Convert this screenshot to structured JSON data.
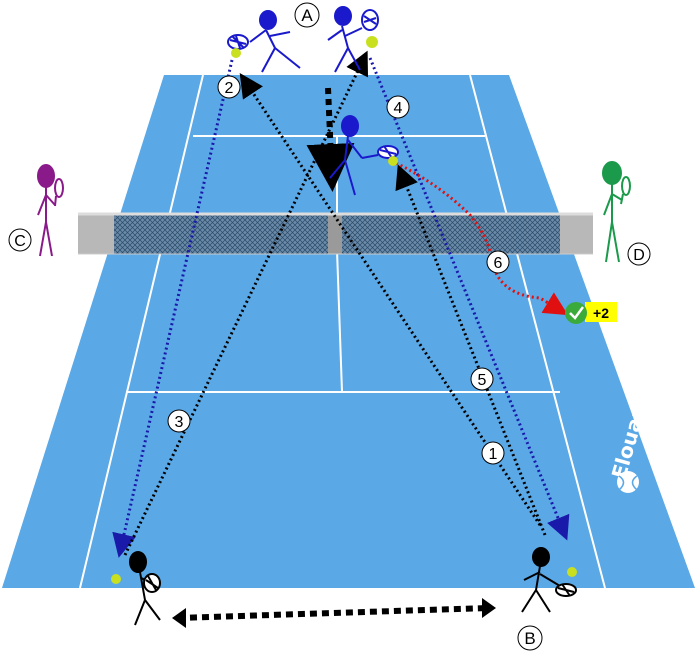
{
  "players": {
    "a": {
      "label": "A",
      "color": "#1a1acc"
    },
    "b": {
      "label": "B",
      "color": "#000000"
    },
    "c": {
      "label": "C",
      "color": "#8a1a8a"
    },
    "d": {
      "label": "D",
      "color": "#1a9a4a"
    }
  },
  "steps": [
    "1",
    "2",
    "3",
    "4",
    "5",
    "6"
  ],
  "score_badge": {
    "text": "+2",
    "color": "#ffff00"
  },
  "brand": {
    "text": "ElouanTennis"
  },
  "colors": {
    "court": "#5aa8e6",
    "court_outer": "#64b0ec",
    "lines": "#ffffff",
    "net": "#4a6a8a",
    "route_black": "#000000",
    "route_blue": "#1a1aaa",
    "route_red": "#e01010",
    "ball": "#c8e020",
    "check": "#3aaa3a"
  }
}
